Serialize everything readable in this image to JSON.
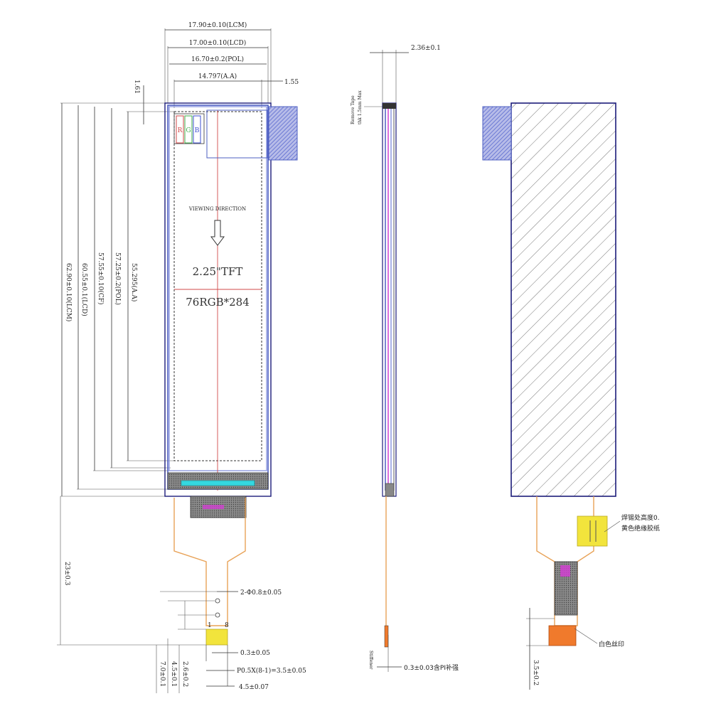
{
  "front": {
    "width_dims": [
      "17.90±0.10(LCM)",
      "17.00±0.10(LCD)",
      "16.70±0.2(POL)",
      "14.797(A.A)"
    ],
    "right_offset": "1.55",
    "top_offset": "1.61",
    "height_dims": [
      "62.90±0.10(LCM)",
      "60.55±0.1(LCD)",
      "57.55±0.10(CF)",
      "57.25±0.2(POL)",
      "55.295(A.A)"
    ],
    "rgb_labels": [
      "R",
      "G",
      "B"
    ],
    "viewing_direction": "VIEWING DIRECTION",
    "model_label": "2.25\"TFT",
    "resolution_label": "76RGB*284",
    "fpc_total": "23±0.3",
    "pin_hole": "2-Φ0.8±0.05",
    "pin_first": "1",
    "pin_last": "8",
    "pin_width": "0.3±0.05",
    "pitch": "P0.5X(8-1)=3.5±0.05",
    "connector_width": "4.5±0.07",
    "bottom_dims": [
      "7.0±0.1",
      "4.5±0.1",
      "2.6±0.2"
    ]
  },
  "side": {
    "thickness": "2.36±0.1",
    "tape_label": "Remove Tape",
    "tape_max": "thk 1.5mm Max",
    "stiffener": "0.3±0.03含PI补强",
    "stiffener_label": "Stiffener"
  },
  "back": {
    "tape_note_line1": "焊锡处高度0.",
    "tape_note_line2": "黄色绝缘胶纸",
    "silkscreen_note": "白色丝印",
    "bottom_dim": "3.5±0.2"
  },
  "colors": {
    "outline": "#1c1c7a",
    "red_line": "#d24a4a",
    "fpc": "#e8a257",
    "hatch_blue": "#5a6ad0",
    "cyan": "#35d8e0",
    "yellow": "#f2e43c",
    "orange": "#f07a2c",
    "magenta": "#d040d0"
  }
}
